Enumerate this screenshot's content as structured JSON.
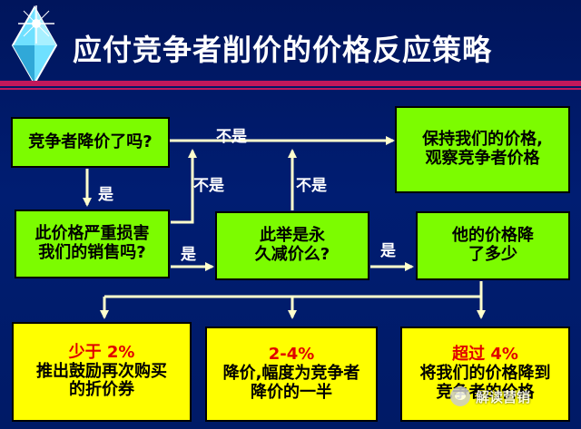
{
  "title": "应付竞争者削价的价格反应策略",
  "boxes": {
    "q1": "竞争者降价了吗?",
    "keep_price": [
      "保持我们的价格,",
      "观察竞争者价格"
    ],
    "q2": [
      "此价格严重损害",
      "我们的销售吗?"
    ],
    "q3": [
      "此举是永",
      "久减价么?"
    ],
    "q4": [
      "他的价格降",
      "了多少"
    ],
    "r1": {
      "heading": "少于 2%",
      "lines": [
        "推出鼓励再次购买",
        "的折价券"
      ]
    },
    "r2": {
      "heading": "2-4%",
      "lines": [
        "降价,幅度为竞争者",
        "降价的一半"
      ]
    },
    "r3": {
      "heading": "超过 4%",
      "lines": [
        "将我们的价格降到",
        "竞争者的价格"
      ]
    }
  },
  "labels": {
    "no_top": "不是",
    "no_mid1": "不是",
    "no_mid2": "不是",
    "yes_down": "是",
    "yes_right1": "是",
    "yes_right2": "是"
  },
  "watermark": "解读营销",
  "colors": {
    "background": "#001a66",
    "decision_box": "#7cfc00",
    "result_box": "#ffff00",
    "rule": "#c2185b",
    "highlight_text": "#e00000",
    "arrow": "#ffffcc"
  }
}
